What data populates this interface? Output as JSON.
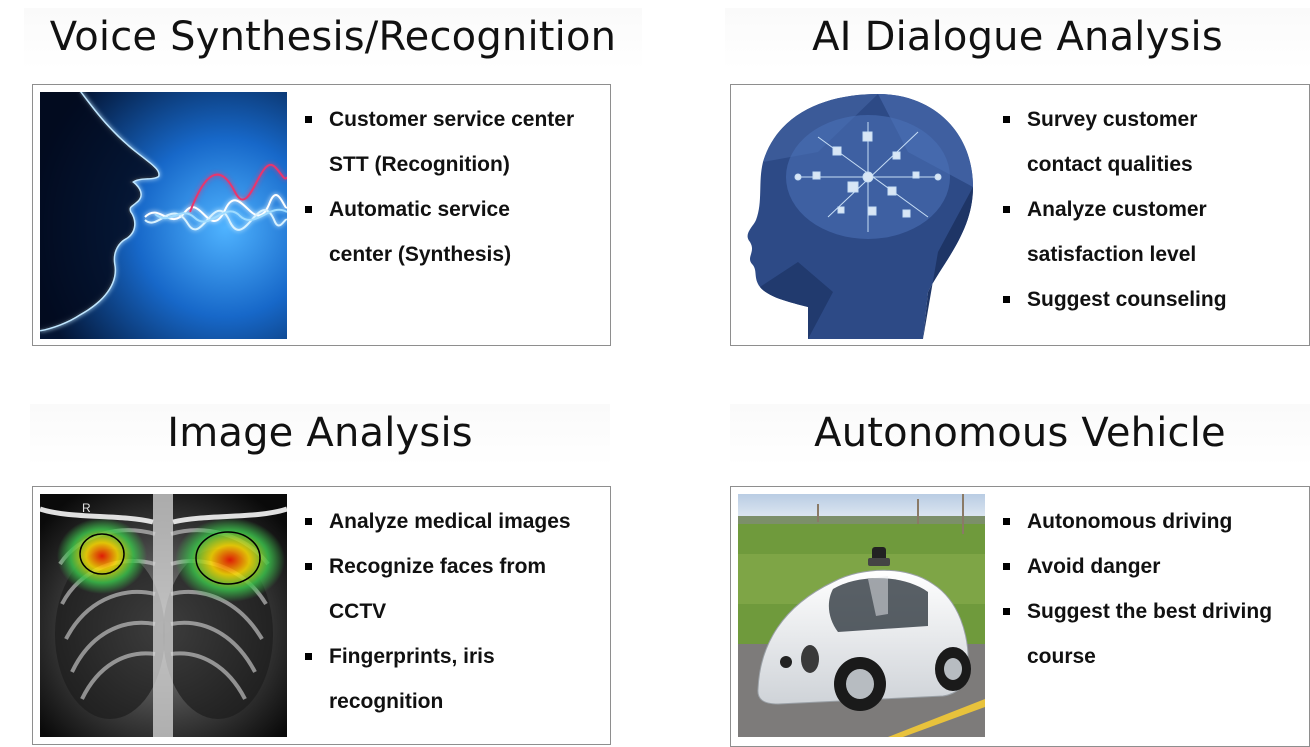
{
  "panels": [
    {
      "title": "Voice Synthesis/Recognition",
      "image": "voice-face-soundwave-image",
      "bullets": [
        [
          "Customer service center",
          "STT (Recognition)"
        ],
        [
          "Automatic service",
          "center (Synthesis)"
        ]
      ]
    },
    {
      "title": "AI Dialogue Analysis",
      "image": "ai-brain-head-image",
      "bullets": [
        [
          "Survey customer",
          "contact qualities"
        ],
        [
          "Analyze customer",
          "satisfaction level"
        ],
        [
          "Suggest counseling"
        ]
      ]
    },
    {
      "title": "Image Analysis",
      "image": "chest-xray-heatmap-image",
      "image_text": "R",
      "bullets": [
        [
          "Analyze medical images"
        ],
        [
          "Recognize faces from",
          "CCTV"
        ],
        [
          "Fingerprints, iris",
          "recognition"
        ]
      ]
    },
    {
      "title": "Autonomous Vehicle",
      "image": "self-driving-car-image",
      "bullets": [
        [
          "Autonomous driving"
        ],
        [
          "Avoid danger"
        ],
        [
          "Suggest the best driving",
          "course"
        ]
      ]
    }
  ]
}
